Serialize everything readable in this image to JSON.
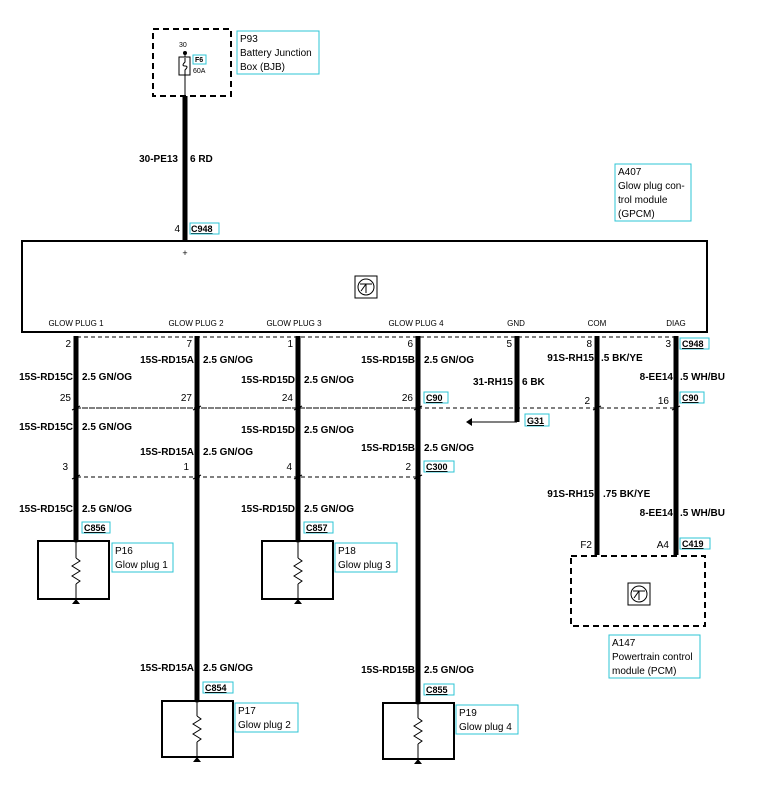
{
  "components": {
    "bjb": {
      "ref": "P93",
      "name1": "Battery Junction",
      "name2": "Box (BJB)",
      "terminal": "30",
      "fuse": "F6",
      "fuse_rating": "60A"
    },
    "gpcm": {
      "ref": "A407",
      "name1": "Glow plug con-",
      "name2": "trol module",
      "name3": "(GPCM)",
      "plus": "+"
    },
    "pcm": {
      "ref": "A147",
      "name1": "Powertrain control",
      "name2": "module (PCM)"
    },
    "gp1": {
      "ref": "P16",
      "name": "Glow plug 1"
    },
    "gp2": {
      "ref": "P17",
      "name": "Glow plug 2"
    },
    "gp3": {
      "ref": "P18",
      "name": "Glow plug 3"
    },
    "gp4": {
      "ref": "P19",
      "name": "Glow plug 4"
    },
    "ground": {
      "ref": "G31"
    }
  },
  "gpcm_pins": {
    "gp1": "GLOW PLUG 1",
    "gp2": "GLOW PLUG 2",
    "gp3": "GLOW PLUG 3",
    "gp4": "GLOW PLUG 4",
    "gnd": "GND",
    "com": "COM",
    "diag": "DIAG"
  },
  "connectors": {
    "c948": "C948",
    "c90": "C90",
    "c300": "C300",
    "g31": "G31",
    "c856": "C856",
    "c857": "C857",
    "c854": "C854",
    "c855": "C855",
    "c419": "C419"
  },
  "pin_numbers": {
    "c948_top": "4",
    "c948": [
      "2",
      "7",
      "1",
      "6",
      "5",
      "8",
      "3"
    ],
    "c90_a": [
      "25",
      "27",
      "24",
      "26"
    ],
    "c90_b": [
      "2",
      "16"
    ],
    "c300": [
      "3",
      "1",
      "4",
      "2"
    ],
    "pcm": [
      "F2",
      "A4"
    ]
  },
  "wires": {
    "supply_circuit": "30-PE13",
    "supply_gauge": "6 RD",
    "c15c": "15S-RD15C",
    "c15a": "15S-RD15A",
    "c15d": "15S-RD15D",
    "c15b": "15S-RD15B",
    "g25": "2.5 GN/OG",
    "c91": "91S-RH15",
    "g91a": ".5 BK/YE",
    "g91b": ".75 BK/YE",
    "c31": "31-RH15",
    "g31": "6 BK",
    "c8": "8-EE14",
    "g8": ".5 WH/BU"
  }
}
